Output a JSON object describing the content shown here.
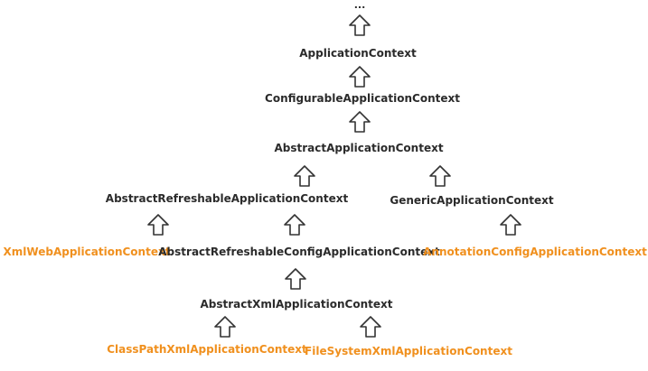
{
  "diagram": {
    "nodes": {
      "ellipsis": "...",
      "application_context": "ApplicationContext",
      "configurable_application_context": "ConfigurableApplicationContext",
      "abstract_application_context": "AbstractApplicationContext",
      "abstract_refreshable_application_context": "AbstractRefreshableApplicationContext",
      "generic_application_context": "GenericApplicationContext",
      "xml_web_application_context": "XmlWebApplicationContext",
      "abstract_refreshable_config_application_context": "AbstractRefreshableConfigApplicationContext",
      "annotation_config_application_context": "AnnotationConfigApplicationContext",
      "abstract_xml_application_context": "AbstractXmlApplicationContext",
      "class_path_xml_application_context": "ClassPathXmlApplicationContext",
      "file_system_xml_application_context": "FileSystemXmlApplicationContext"
    },
    "colors": {
      "abstract_text": "#2b2b2b",
      "implementation_text": "#f0901e",
      "arrow_stroke": "#333333"
    }
  }
}
